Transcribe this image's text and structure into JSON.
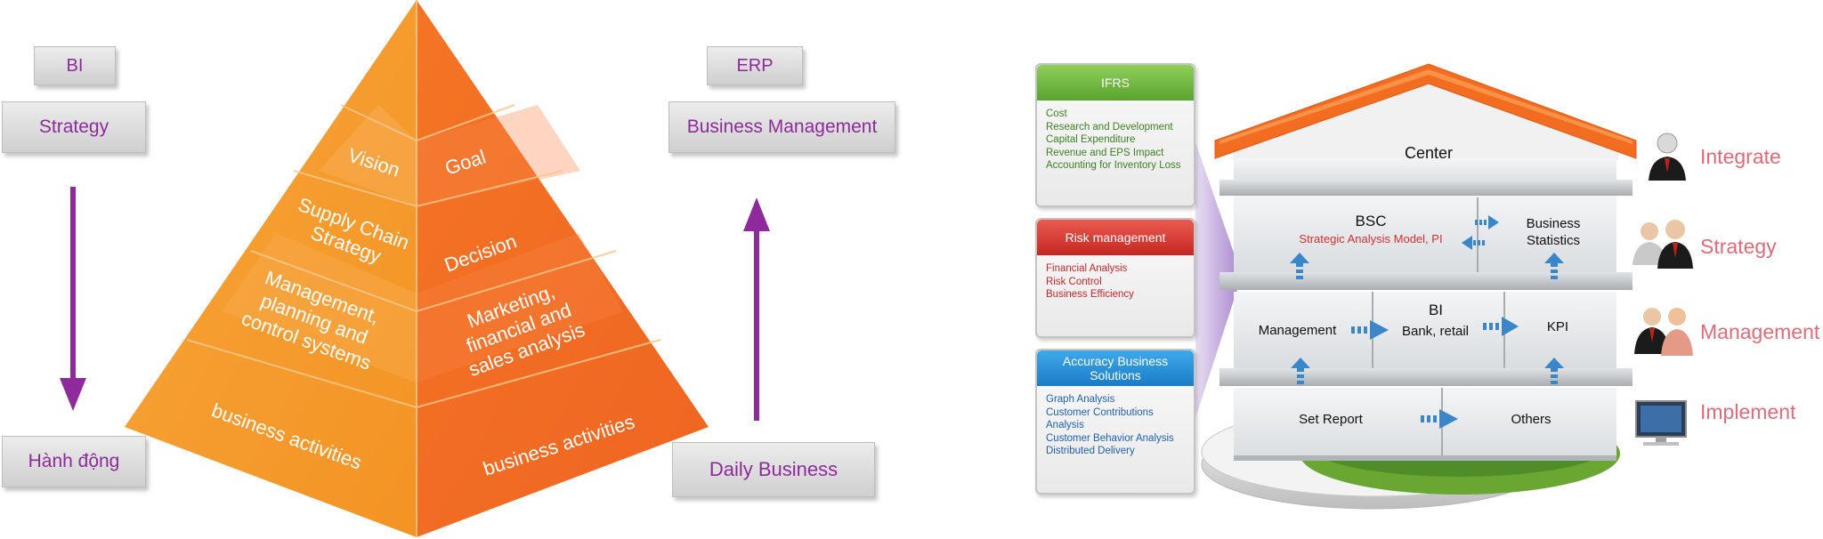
{
  "left": {
    "bi": "BI",
    "strategy": "Strategy",
    "hanh_dong": "Hành động",
    "erp": "ERP",
    "business_management": "Business Management",
    "daily_business": "Daily Business",
    "pyramid": {
      "vision": "Vision",
      "goal": "Goal",
      "supply_chain_1": "Supply Chain",
      "supply_chain_2": "Strategy",
      "decision": "Decision",
      "mgmt_1": "Management,",
      "mgmt_2": "planning and",
      "mgmt_3": "control systems",
      "mkt_1": "Marketing,",
      "mkt_2": "financial and",
      "mkt_3": "sales analysis",
      "business_left": "business activities",
      "business_right": "business activities"
    },
    "colors": {
      "purple": "#8e2a9b",
      "orange": "#f47a20"
    }
  },
  "right": {
    "ifrs": {
      "title": "IFRS",
      "items": [
        "Cost",
        "Research and Development",
        "Capital Expenditure",
        "Revenue and EPS Impact",
        "Accounting for Inventory Loss"
      ]
    },
    "risk": {
      "title": "Risk management",
      "items": [
        "Financial Analysis",
        "Risk Control",
        "Business Efficiency"
      ]
    },
    "accuracy": {
      "title_1": "Accuracy Business",
      "title_2": "Solutions",
      "items": [
        "Graph Analysis",
        "Customer Contributions",
        "Analysis",
        "Customer Behavior Analysis",
        "Distributed Delivery"
      ]
    },
    "house": {
      "center": "Center",
      "bsc": "BSC",
      "strategic": "Strategic Analysis Model,  PI",
      "business_1": "Business",
      "business_2": "Statistics",
      "management": "Management",
      "bi": "BI",
      "bank_retail": "Bank, retail",
      "kpi": "KPI",
      "set_report": "Set Report",
      "others": "Others"
    },
    "labels": {
      "integrate": "Integrate",
      "strategy": "Strategy",
      "management": "Management",
      "implement": "Implement"
    },
    "colors": {
      "green": "#6ab23d",
      "red": "#d7342e",
      "blue": "#1e8fd6",
      "label": "#e06b78",
      "arrow": "#3a86c8"
    }
  }
}
